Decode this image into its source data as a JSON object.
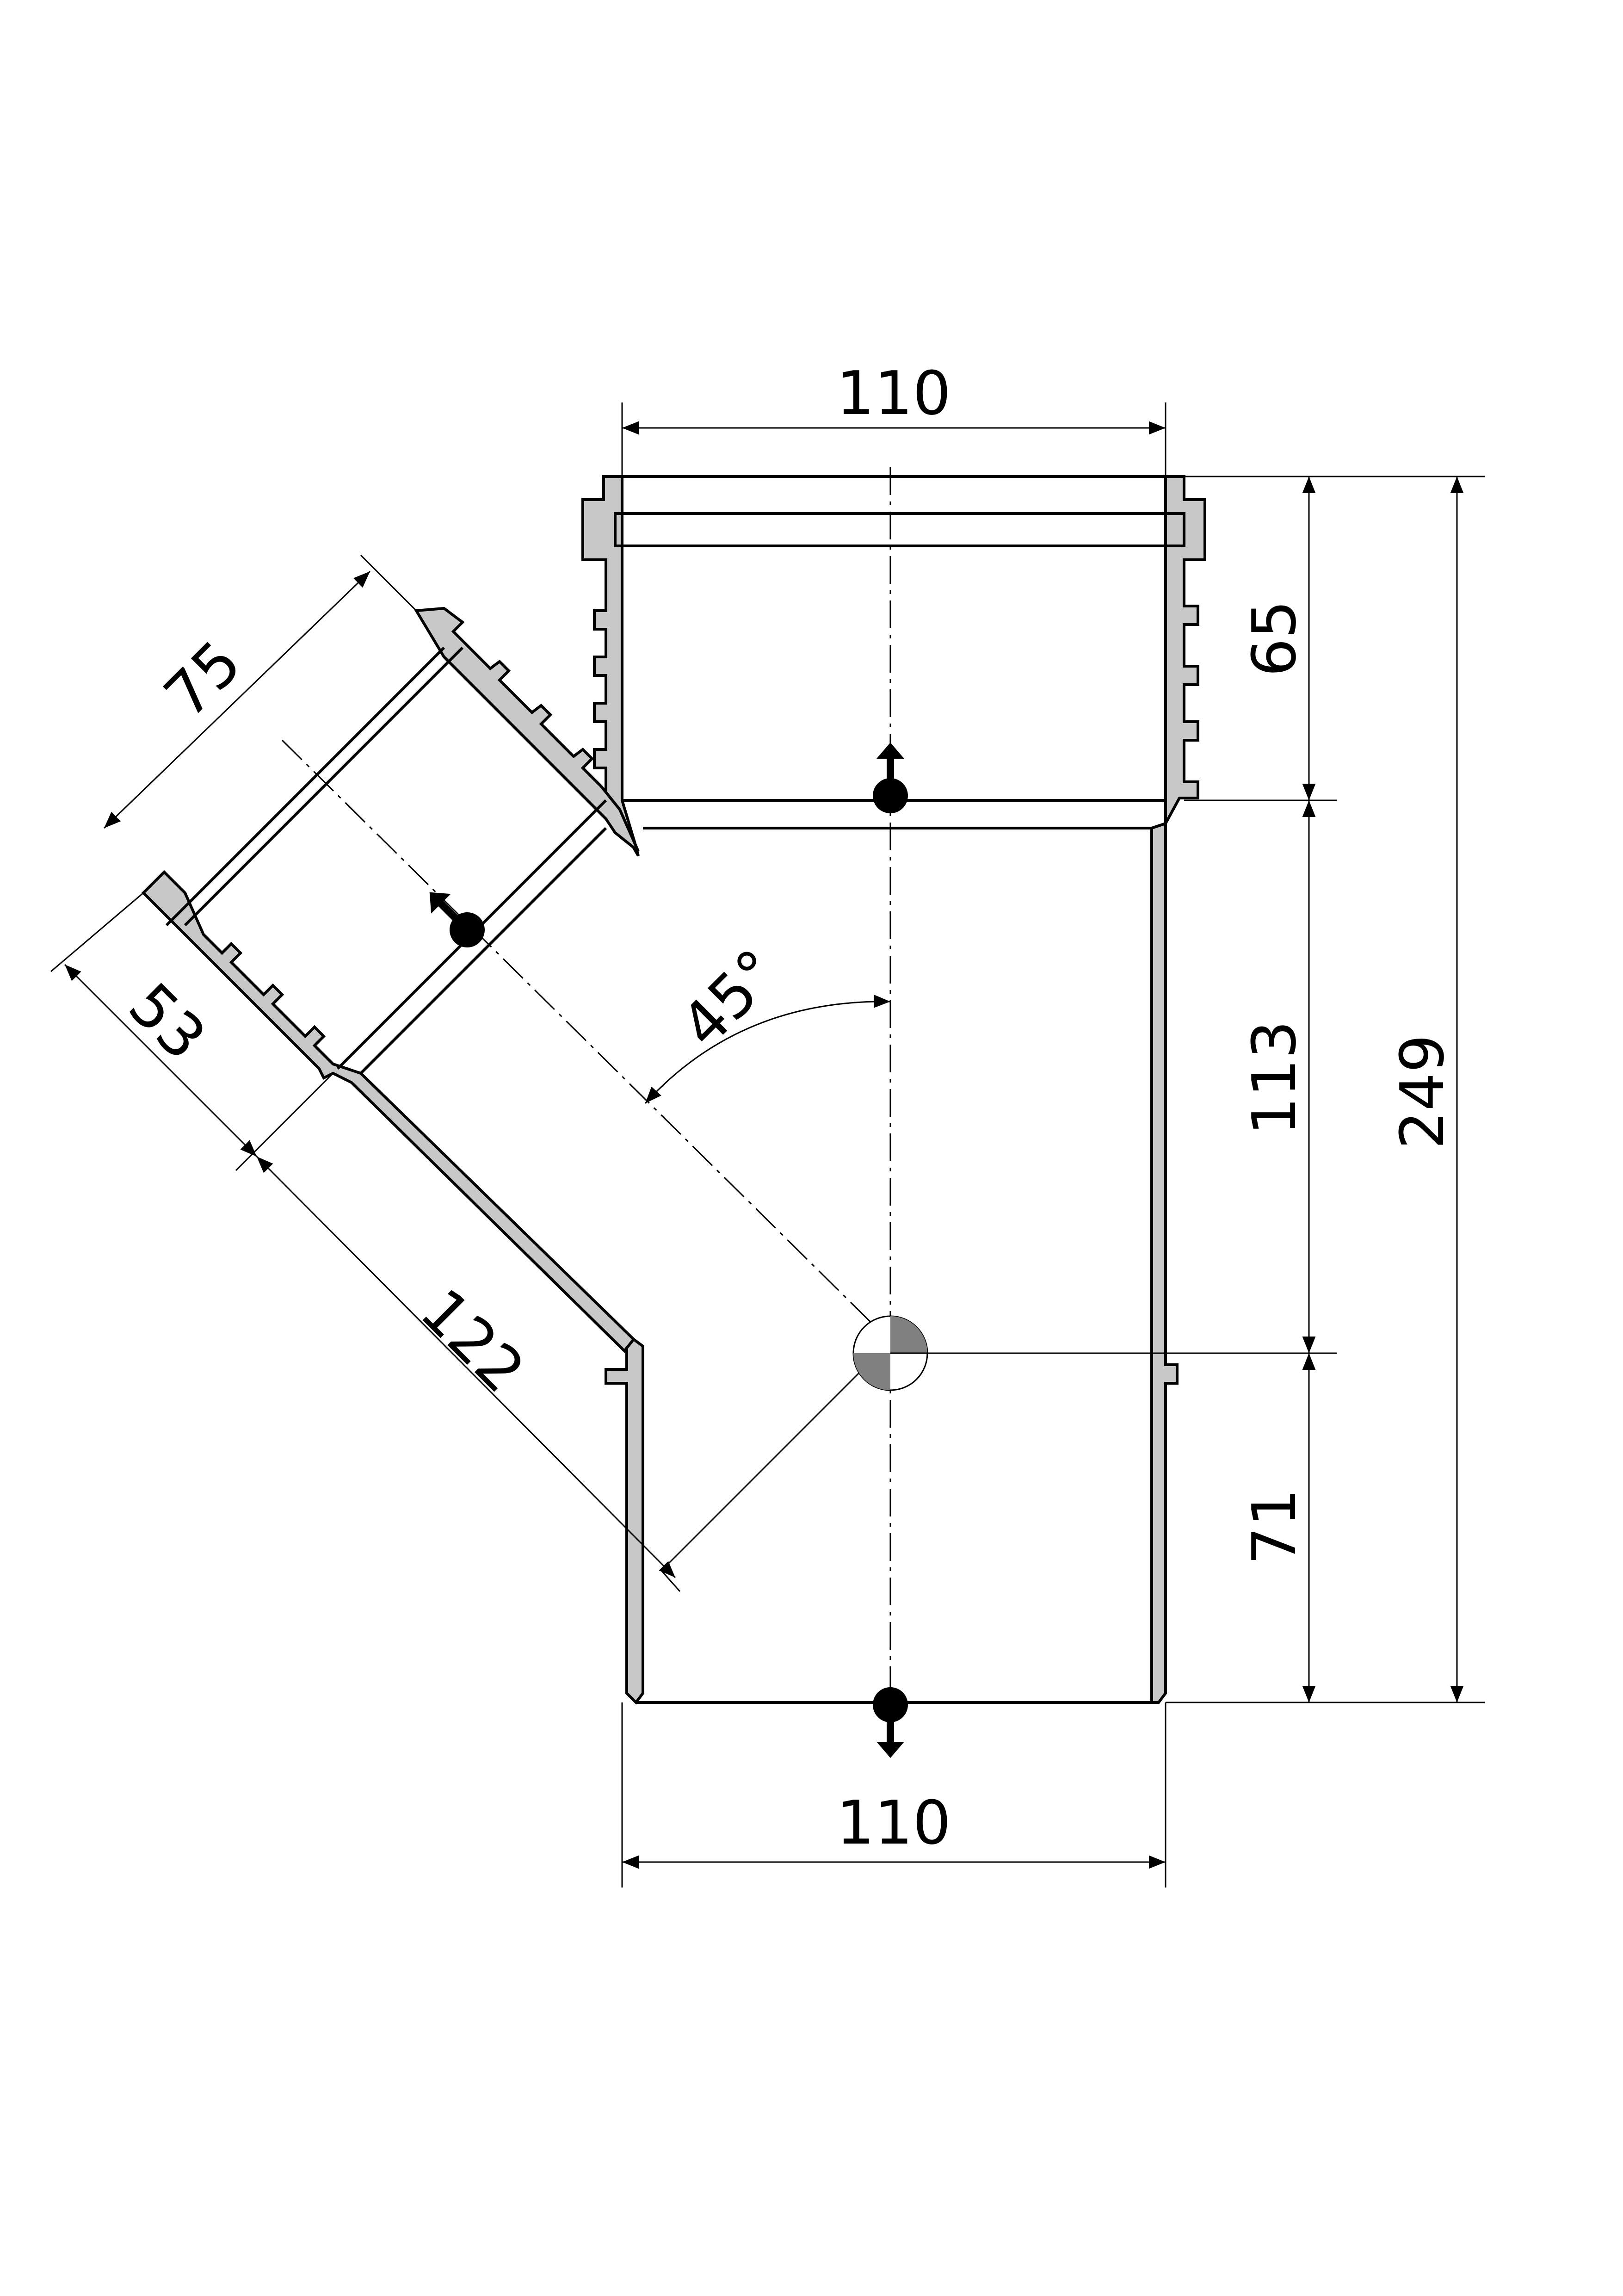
{
  "drawing": {
    "subject": "pipe-branch-45deg",
    "colors": {
      "wall_fill": "#c8c8c8",
      "line": "#000000",
      "background": "#ffffff"
    }
  },
  "dimensions": {
    "top_width": "110",
    "bottom_width": "110",
    "socket_depth": "65",
    "middle_length": "113",
    "bottom_length": "71",
    "overall_height": "249",
    "branch_diameter": "75",
    "branch_socket": "53",
    "branch_length": "122",
    "branch_angle": "45°"
  },
  "icons": {
    "flow_top": "upward-flow-arrow-icon",
    "flow_branch": "branch-flow-arrow-icon",
    "flow_bottom": "downward-flow-arrow-icon",
    "center_mark": "center-of-gravity-icon"
  }
}
